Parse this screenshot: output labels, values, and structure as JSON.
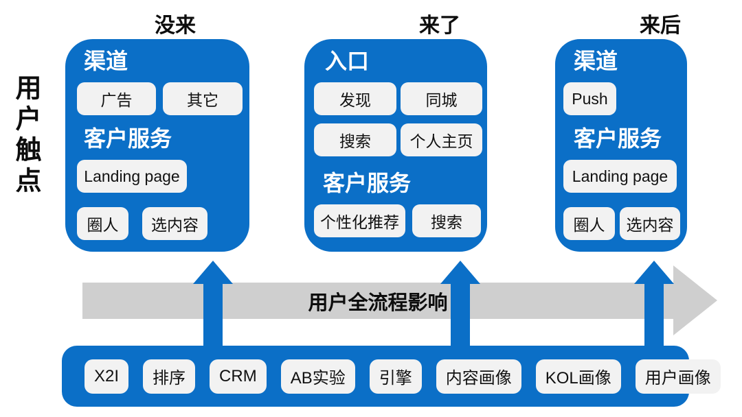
{
  "colors": {
    "panel_blue": "#0b6fc7",
    "band_gray": "#cfcfcf",
    "chip_bg": "#f2f2f2",
    "text_dark": "#0d0d0d",
    "text_white": "#ffffff"
  },
  "left_axis_label": "用户触点",
  "stages": [
    {
      "title": "没来",
      "sections": [
        {
          "header": "渠道",
          "rows": [
            [
              "广告",
              "其它"
            ]
          ]
        },
        {
          "header": "客户服务",
          "rows": [
            [
              "Landing page"
            ],
            [
              "圈人",
              "选内容"
            ]
          ]
        }
      ]
    },
    {
      "title": "来了",
      "sections": [
        {
          "header": "入口",
          "rows": [
            [
              "发现",
              "同城"
            ],
            [
              "搜索",
              "个人主页"
            ]
          ]
        },
        {
          "header": "客户服务",
          "rows": [
            [
              "个性化推荐",
              "搜索"
            ]
          ]
        }
      ]
    },
    {
      "title": "来后",
      "sections": [
        {
          "header": "渠道",
          "rows": [
            [
              "Push"
            ]
          ]
        },
        {
          "header": "客户服务",
          "rows": [
            [
              "Landing page"
            ],
            [
              "圈人",
              "选内容"
            ]
          ]
        }
      ]
    }
  ],
  "flow_arrow": {
    "label": "用户全流程影响"
  },
  "platform_bar": {
    "items": [
      "X2I",
      "排序",
      "CRM",
      "AB实验",
      "引擎",
      "内容画像",
      "KOL画像",
      "用户画像"
    ]
  }
}
